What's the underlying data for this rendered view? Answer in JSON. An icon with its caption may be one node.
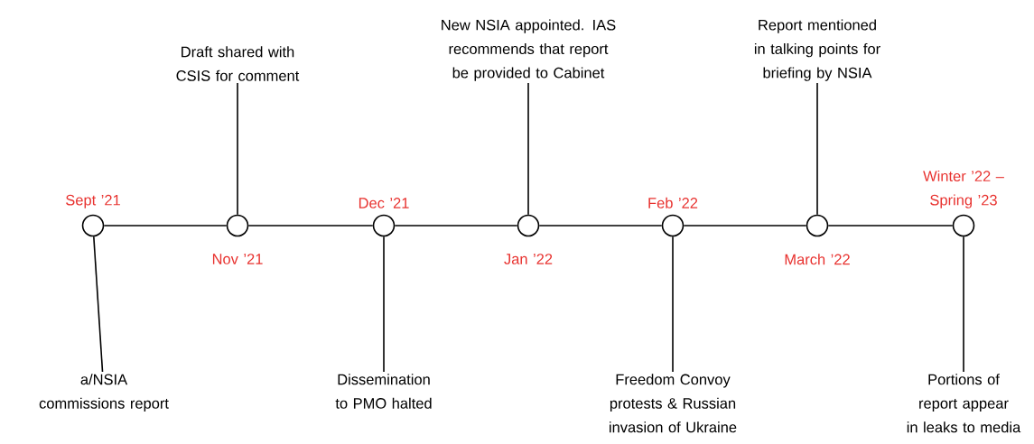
{
  "diagram": {
    "nodes": [
      {
        "text": [],
        "shape": "circle",
        "beside": [
          "Sept ’21"
        ]
      },
      {
        "text": [],
        "shape": "circle",
        "beside": [
          "Nov ’21"
        ]
      },
      {
        "text": [],
        "shape": "circle",
        "beside": [
          "Dec ’21"
        ]
      },
      {
        "text": [],
        "shape": "circle",
        "beside": [
          "Jan ’22"
        ]
      },
      {
        "text": [],
        "shape": "circle",
        "beside": [
          "Feb ’22"
        ]
      },
      {
        "text": [],
        "shape": "circle",
        "beside": [
          "March ’22"
        ]
      },
      {
        "text": [],
        "shape": "circle",
        "beside": [
          "Winter ’22 – Spring ’23"
        ]
      },
      {
        "text": [
          "a/NSIA commissions report"
        ]
      },
      {
        "text": [
          "Draft shared with CSIS for comment"
        ]
      },
      {
        "text": [
          "Dissemination to PMO halted"
        ]
      },
      {
        "text": [
          "New NSIA appointed. IAS recommends that report be provided to Cabinet"
        ]
      },
      {
        "text": [
          "Freedom Convoy protests & Russian invasion of Ukraine"
        ]
      },
      {
        "text": [
          "Report mentioned in talking points for briefing by NSIA"
        ]
      },
      {
        "text": [
          "Portions of report appear in leaks to media"
        ]
      }
    ],
    "edges": [
      {
        "from": 0,
        "to": 1,
        "arrow": "none"
      },
      {
        "from": 1,
        "to": 2,
        "arrow": "none"
      },
      {
        "from": 2,
        "to": 3,
        "arrow": "none"
      },
      {
        "from": 3,
        "to": 4,
        "arrow": "none"
      },
      {
        "from": 4,
        "to": 5,
        "arrow": "none"
      },
      {
        "from": 5,
        "to": 6,
        "arrow": "none"
      },
      {
        "from": 0,
        "to": 7,
        "arrow": "none"
      },
      {
        "from": 1,
        "to": 8,
        "arrow": "none"
      },
      {
        "from": 2,
        "to": 9,
        "arrow": "none"
      },
      {
        "from": 3,
        "to": 10,
        "arrow": "none"
      },
      {
        "from": 4,
        "to": 11,
        "arrow": "none"
      },
      {
        "from": 5,
        "to": 12,
        "arrow": "none"
      },
      {
        "from": 6,
        "to": 13,
        "arrow": "none"
      }
    ]
  }
}
